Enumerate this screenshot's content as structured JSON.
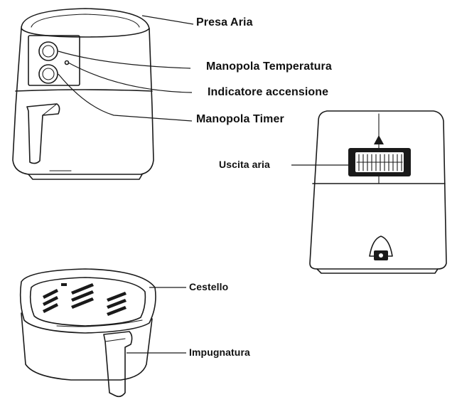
{
  "labels": {
    "presa_aria": "Presa Aria",
    "manopola_temperatura": "Manopola Temperatura",
    "indicatore_accensione": "Indicatore accensione",
    "manopola_timer": "Manopola Timer",
    "uscita_aria": "Uscita aria",
    "cestello": "Cestello",
    "impugnatura": "Impugnatura"
  }
}
